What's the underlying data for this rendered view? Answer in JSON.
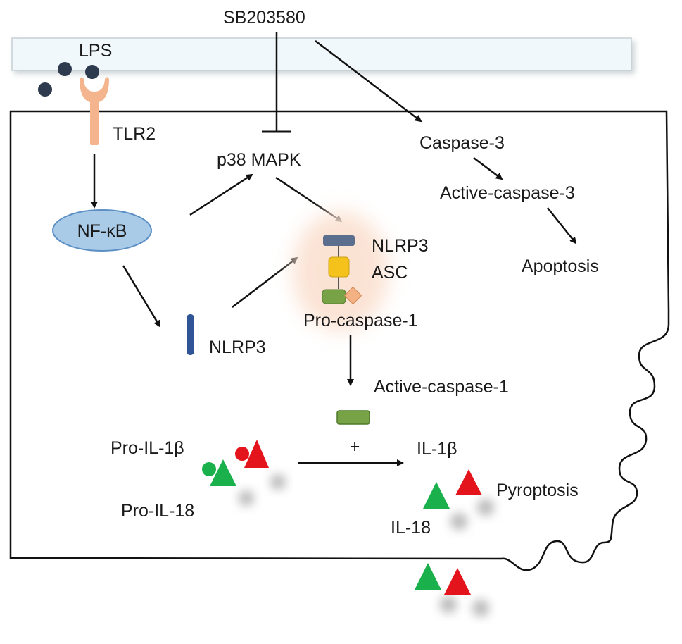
{
  "labels": {
    "sb203580": "SB203580",
    "lps": "LPS",
    "tlr2": "TLR2",
    "nfkb": "NF-κB",
    "p38": "p38 MAPK",
    "nlrp3_free": "NLRP3",
    "nlrp3_complex": "NLRP3",
    "asc": "ASC",
    "pro_caspase1": "Pro-caspase-1",
    "active_caspase1": "Active-caspase-1",
    "plus": "+",
    "caspase3": "Caspase-3",
    "active_caspase3": "Active-caspase-3",
    "apoptosis": "Apoptosis",
    "pro_il1b": "Pro-IL-1β",
    "pro_il18": "Pro-IL-18",
    "il1b": "IL-1β",
    "il18": "IL-18",
    "pyroptosis": "Pyroptosis"
  },
  "colors": {
    "membrane": "#f1f8fb",
    "lps_dot": "#2e3a4e",
    "tlr2": "#f4b58e",
    "nfkb_fill": "#a9cbe8",
    "nfkb_stroke": "#5b8fc4",
    "nlrp3": "#2f5597",
    "nlrp3_complex": "#5b6e8e",
    "asc": "#f5c21b",
    "caspase": "#77a346",
    "caspase_diamond": "#f4b183",
    "inflammasome_glow": "#fbe3d4",
    "il1b": "#e3141b",
    "il18": "#1ab04c",
    "shadow": "#b8b8b8"
  }
}
